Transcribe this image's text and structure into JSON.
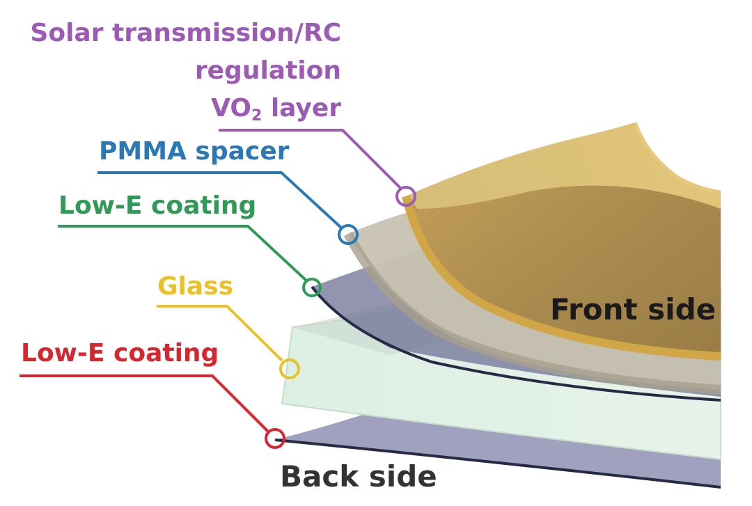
{
  "colors": {
    "purple": "#9c5ab5",
    "blue": "#2b78b6",
    "green": "#2f9a55",
    "yellow": "#e9c22a",
    "red": "#d6262e",
    "vo2_gold": "#caa14a",
    "pmma": "#b7b09e",
    "glass": "#d8ece0",
    "lowe": "#2b2f4f"
  },
  "labels": {
    "vo2_line1": "Solar transmission/RC",
    "vo2_line2": "regulation",
    "vo2_prefix": "VO",
    "vo2_sub": "2",
    "vo2_suffix": " layer",
    "pmma": "PMMA spacer",
    "lowe_top": "Low-E coating",
    "glass": "Glass",
    "lowe_bottom": "Low-E coating",
    "front": "Front side",
    "back": "Back side"
  }
}
